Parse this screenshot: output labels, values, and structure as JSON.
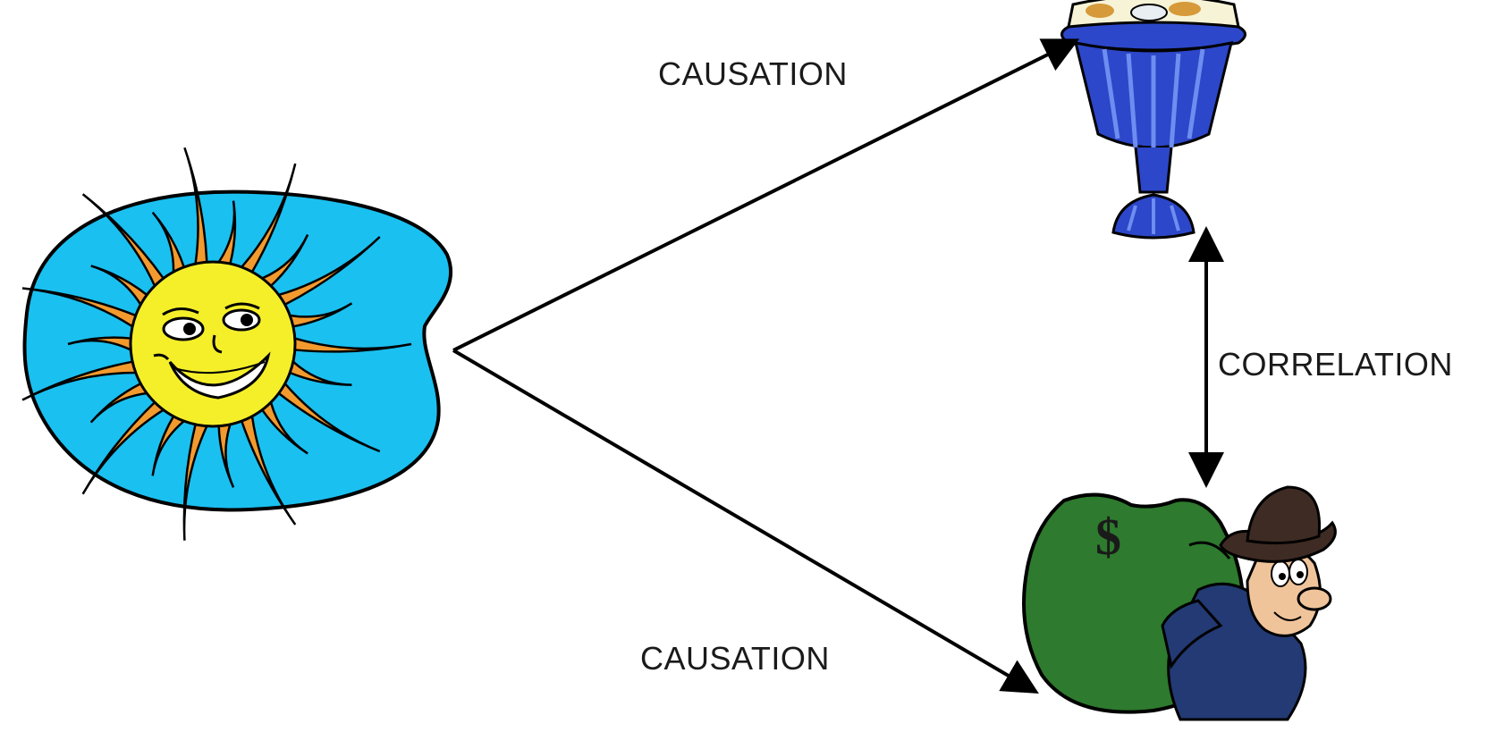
{
  "labels": {
    "causation_top": "CAUSATION",
    "causation_bottom": "CAUSATION",
    "correlation": "CORRELATION"
  },
  "icons": {
    "sun": "sun-icon",
    "ice_cream": "ice-cream-sundae-icon",
    "thief": "thief-with-money-bag-icon",
    "money_symbol": "$"
  },
  "colors": {
    "sky": "#1ac0f0",
    "sun_face": "#f5ef2a",
    "sun_rays": "#f39a2e",
    "sundae_cup": "#2c47c9",
    "money_bag": "#2e7a2e",
    "thief_coat": "#233a74",
    "arrow": "#000000"
  }
}
